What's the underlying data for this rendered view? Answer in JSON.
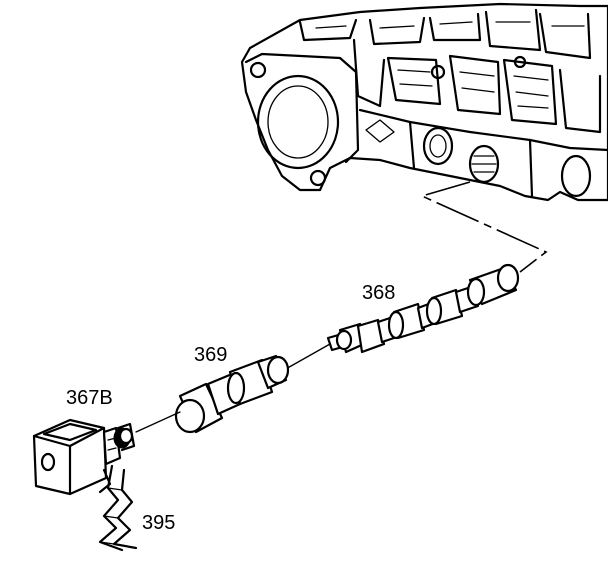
{
  "callouts": {
    "spring_valve": "368",
    "valve": "369",
    "solenoid": "367B",
    "retainer_clip": "395"
  }
}
